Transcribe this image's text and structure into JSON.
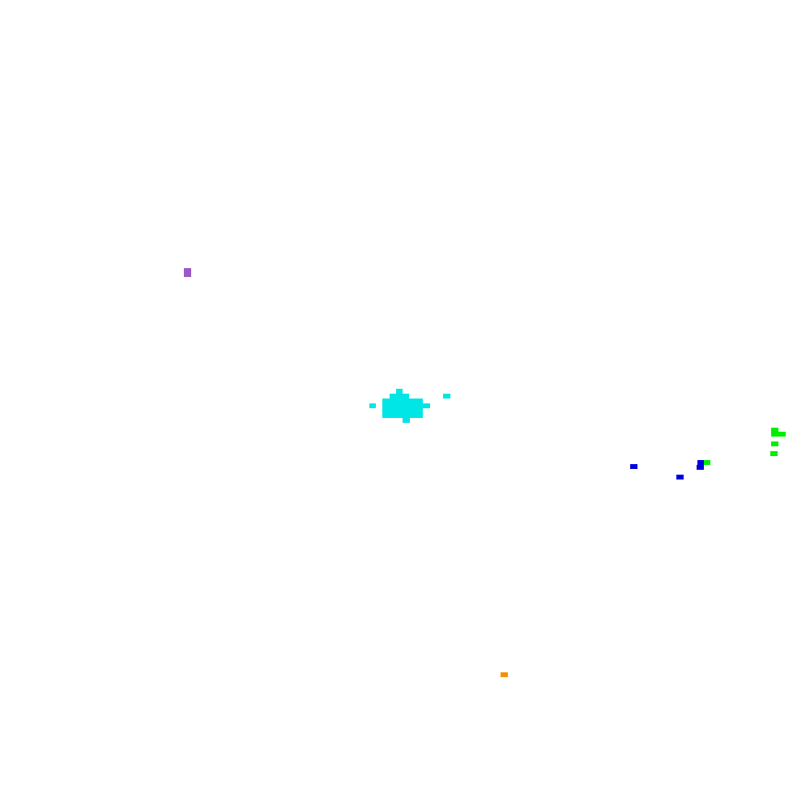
{
  "clusters": [
    {
      "name": "purple-cluster",
      "color": "#9b59c6"
    },
    {
      "name": "cyan-cluster",
      "color": "#00e5e5"
    },
    {
      "name": "green-cluster",
      "color": "#00ee00"
    },
    {
      "name": "blue-cluster",
      "color": "#0000dd"
    },
    {
      "name": "orange-cluster",
      "color": "#f39200"
    }
  ]
}
